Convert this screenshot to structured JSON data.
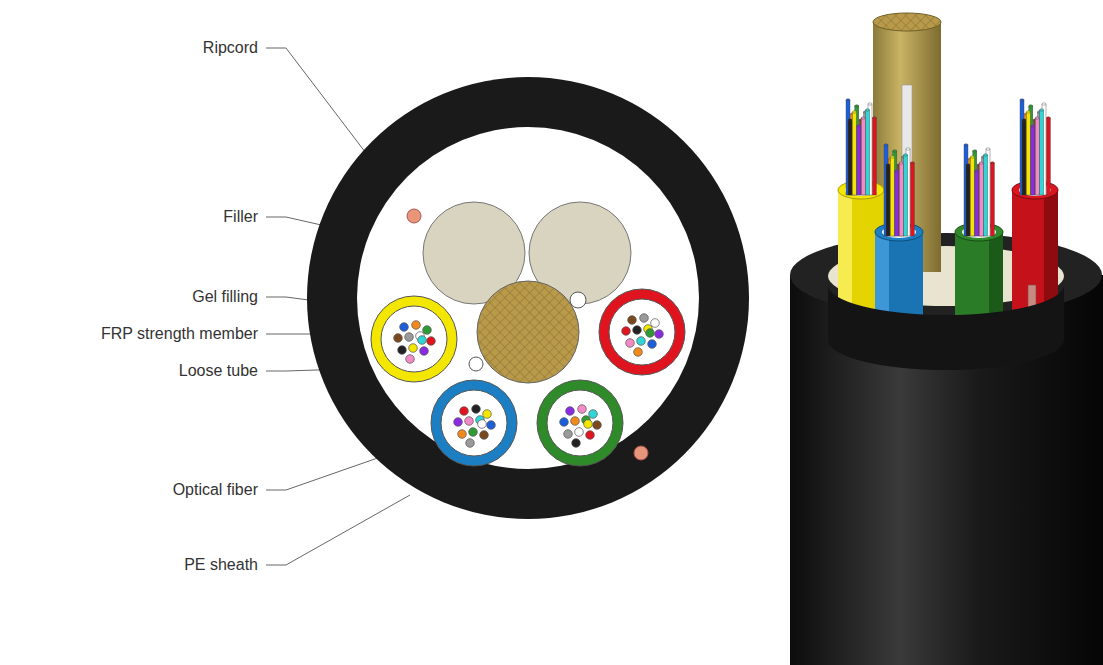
{
  "diagram": {
    "labels": [
      "Ripcord",
      "Filler",
      "Gel filling",
      "FRP strength member",
      "Loose tube",
      "Optical fiber",
      "PE sheath"
    ]
  }
}
